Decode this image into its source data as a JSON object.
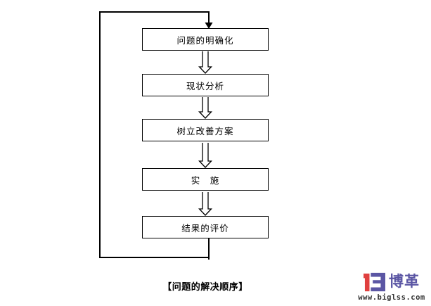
{
  "diagram": {
    "boxes": [
      {
        "label": "问题的明确化"
      },
      {
        "label": "现状分析"
      },
      {
        "label": "树立改善方案"
      },
      {
        "label": "实　施"
      },
      {
        "label": "结果的评价"
      }
    ],
    "caption": "【问题的解决顺序】"
  },
  "logo": {
    "brand": "博革",
    "url": "www.biglss.com",
    "mark_red": "#E0403F",
    "mark_blue": "#5B56A4"
  },
  "colors": {
    "background": "#FFFFFF",
    "line": "#000000",
    "box_border": "#000000",
    "text": "#000000"
  }
}
